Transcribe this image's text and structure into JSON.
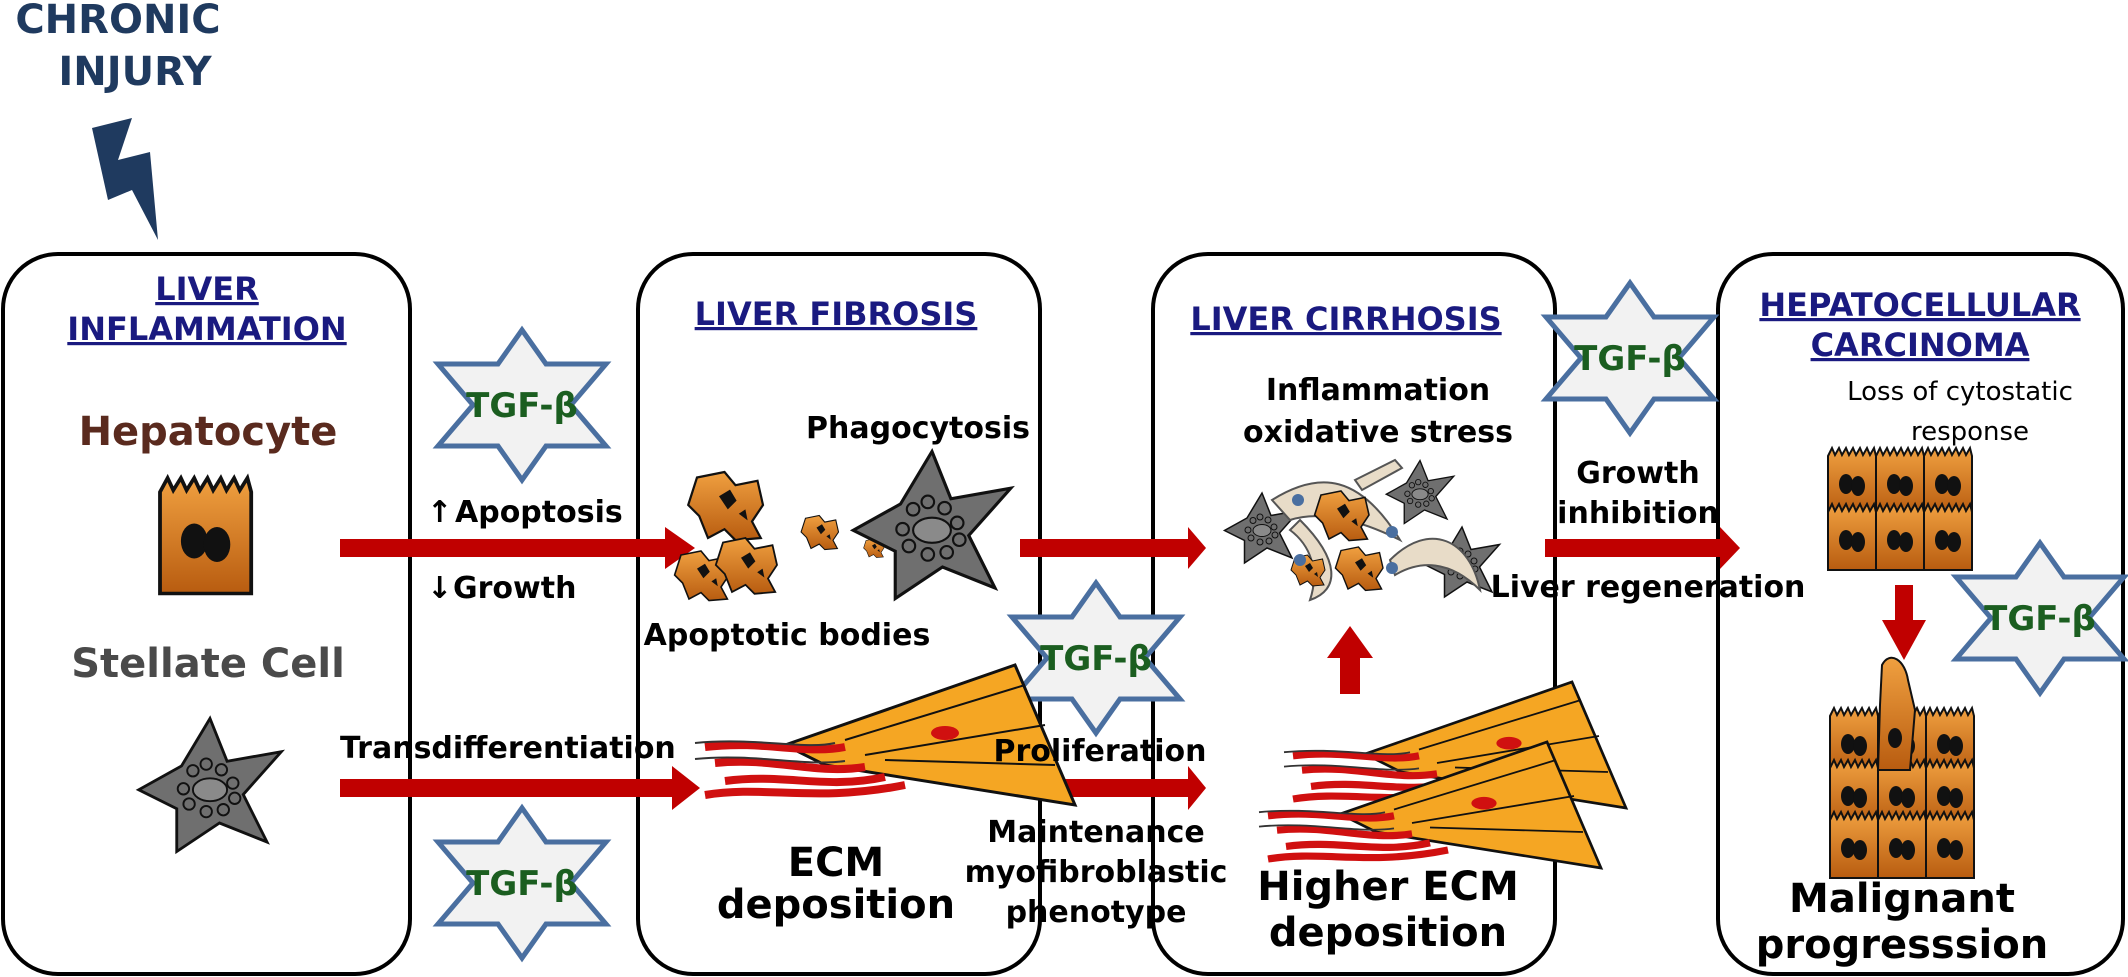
{
  "injury": {
    "line1": "CHRONIC",
    "line2": "INJURY"
  },
  "stages": {
    "inflammation": {
      "line1": "LIVER",
      "line2": "INFLAMMATION"
    },
    "fibrosis": {
      "title": "LIVER FIBROSIS"
    },
    "cirrhosis": {
      "title": "LIVER CIRRHOSIS"
    },
    "hcc": {
      "line1": "HEPATOCELLULAR",
      "line2": "CARCINOMA"
    }
  },
  "cells": {
    "hepatocyte": "Hepatocyte",
    "stellate": "Stellate Cell"
  },
  "tgf": "TGF-β",
  "labels": {
    "apoptosis": "Apoptosis",
    "growth": "Growth",
    "phagocytosis": "Phagocytosis",
    "apoptotic_bodies": "Apoptotic bodies",
    "transdifferentiation": "Transdifferentiation",
    "ecm_1": "ECM",
    "ecm_2": "deposition",
    "proliferation": "Proliferation",
    "maintenance_1": "Maintenance",
    "maintenance_2": "myofibroblastic",
    "maintenance_3": "phenotype",
    "inflammation_1": "Inflammation",
    "inflammation_2": "oxidative stress",
    "higher_ecm_1": "Higher ECM",
    "higher_ecm_2": "deposition",
    "growth_inhibition_1": "Growth",
    "growth_inhibition_2": "inhibition",
    "liver_regeneration": "Liver regeneration",
    "loss_cytostatic_1": "Loss of cytostatic",
    "loss_cytostatic_2": "response",
    "malignant_1": "Malignant",
    "malignant_2": "progresssion"
  },
  "colors": {
    "arrow": "#c00000",
    "star_stroke": "#4a6fa0",
    "star_fill": "#f2f2f2",
    "header": "#1a1a80",
    "injury": "#1f3a5f",
    "hepatocyte_text": "#5a2a1e",
    "stellate_text": "#4a4a4a",
    "tgf_text": "#1b5e20",
    "cell_orange": "#d9822b",
    "cell_gray": "#6b6b6b"
  }
}
